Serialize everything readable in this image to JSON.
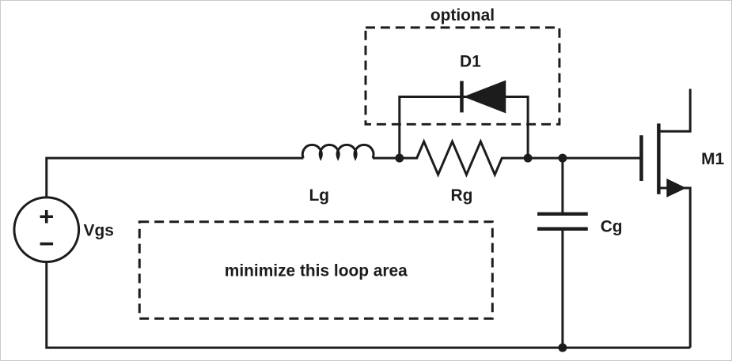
{
  "schematic": {
    "colors": {
      "line": "#1c1c1c",
      "background": "#ffffff"
    },
    "voltage_source": {
      "label": "Vgs",
      "plus_sign": "+",
      "minus_sign": "−"
    },
    "inductor": {
      "label": "Lg"
    },
    "resistor": {
      "label": "Rg"
    },
    "diode": {
      "label": "D1"
    },
    "capacitor": {
      "label": "Cg"
    },
    "mosfet": {
      "label": "M1"
    },
    "annotations": {
      "optional_label": "optional",
      "loop_label": "minimize this loop area"
    }
  }
}
